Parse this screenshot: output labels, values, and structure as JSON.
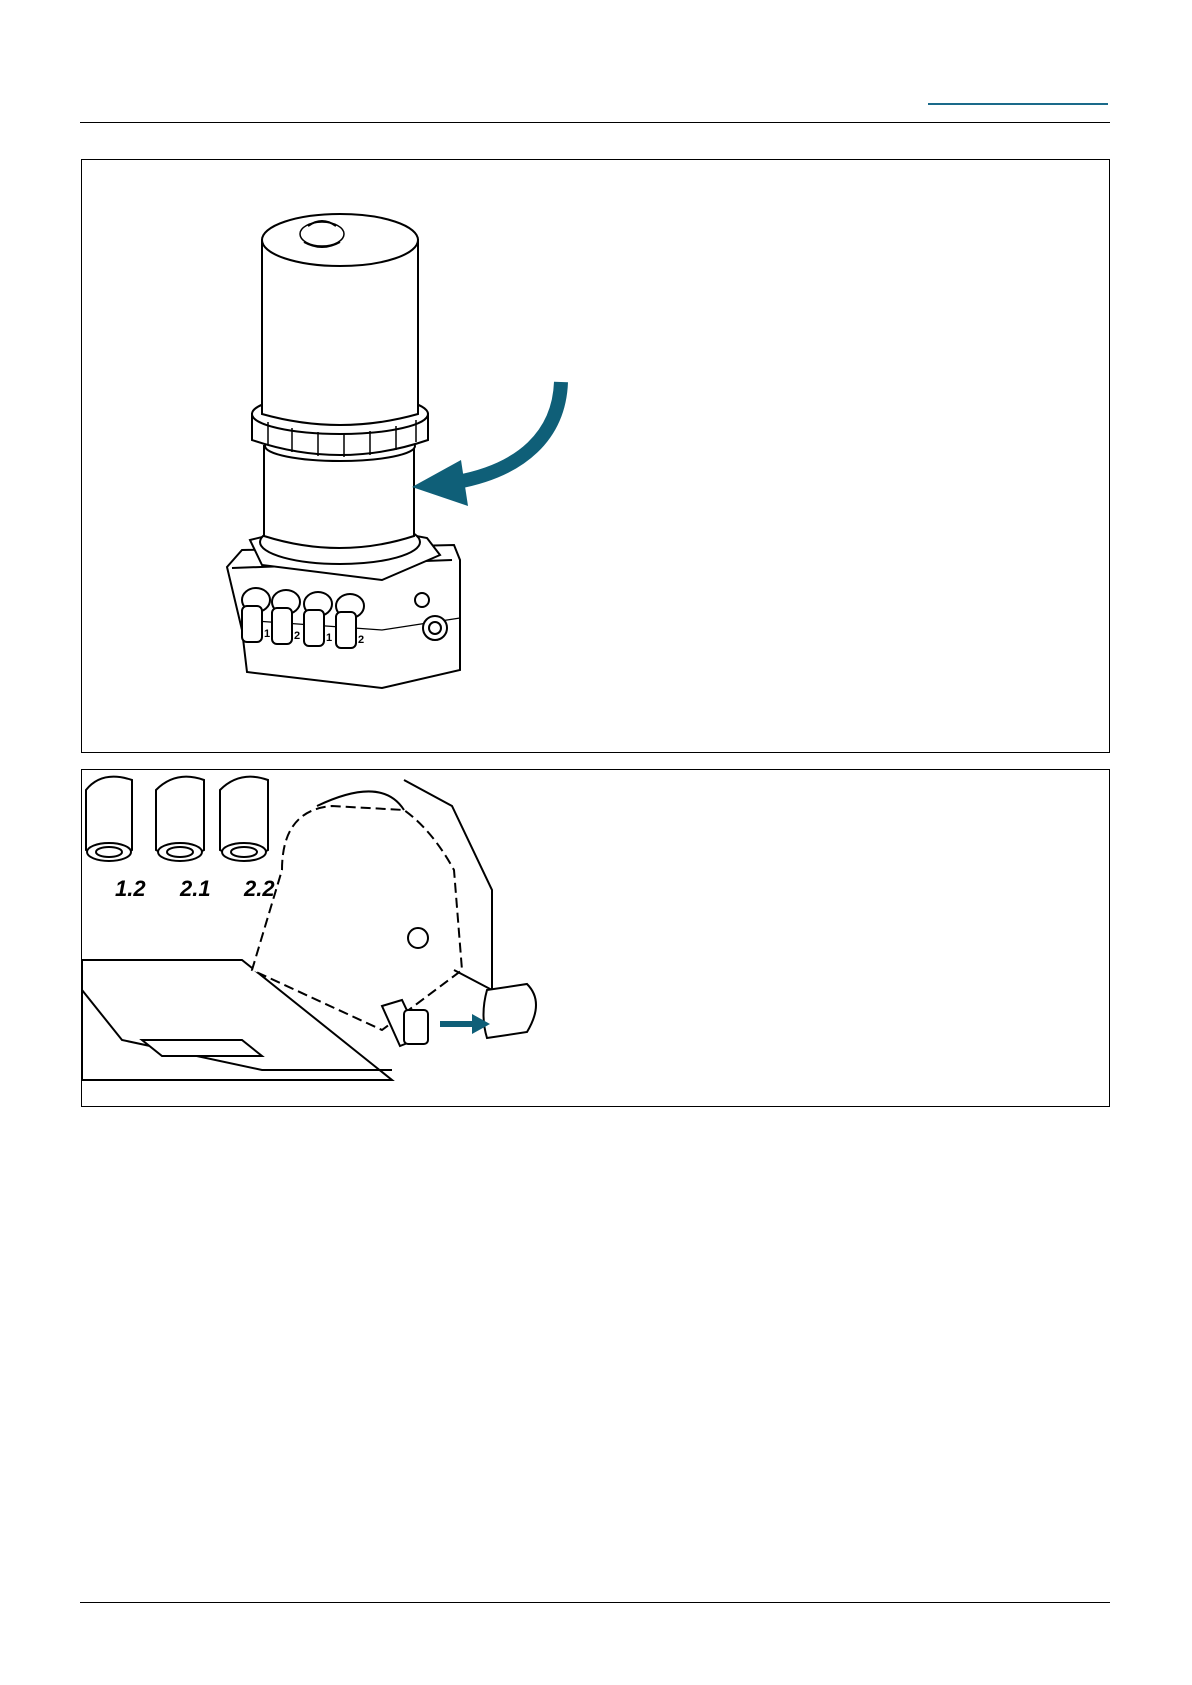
{
  "figure_top": {
    "description_icons": [
      "cover-twist-symbol",
      "curved-arrow"
    ],
    "port_numbers": [
      "1",
      "2",
      "1",
      "2"
    ],
    "accent_color": "#0f5f78"
  },
  "figure_bottom": {
    "port_labels": [
      "1.2",
      "2.1",
      "2.2"
    ],
    "accent_color": "#0f5f78"
  }
}
